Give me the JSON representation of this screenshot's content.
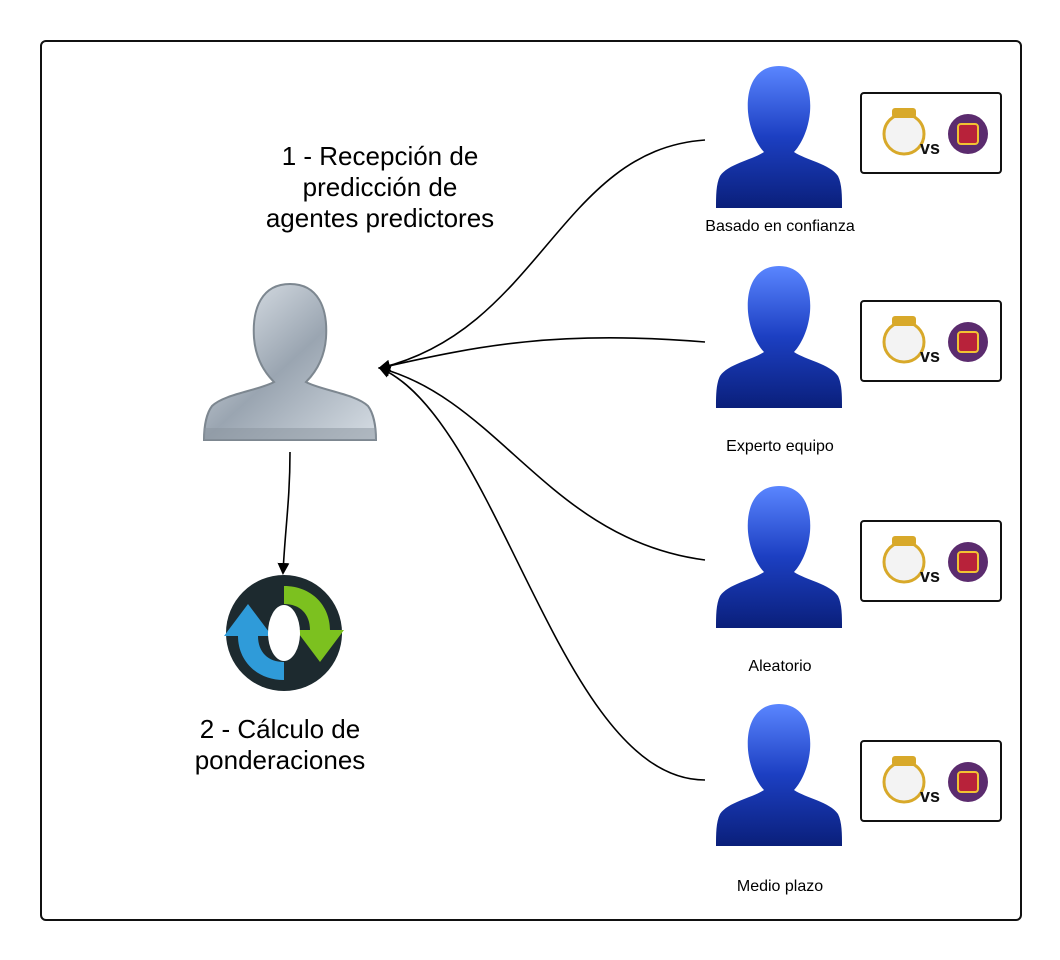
{
  "step1": {
    "lines": [
      "1 - Recepción de",
      "predicción de",
      "agentes predictores"
    ]
  },
  "step2": {
    "lines": [
      "2 - Cálculo de",
      "ponderaciones"
    ]
  },
  "agents": [
    {
      "label": "Basado en confianza"
    },
    {
      "label": "Experto equipo"
    },
    {
      "label": "Aleatorio"
    },
    {
      "label": "Medio plazo"
    }
  ],
  "match": {
    "vs": "vs"
  },
  "colors": {
    "agent_blue": "#1f49c9",
    "coordinator_silver": "#b9c2cc",
    "cycle_green": "#7cc11f",
    "cycle_blue": "#2f9bd9"
  },
  "icons": {
    "coordinator": "silver-user-icon",
    "agent": "blue-user-icon",
    "cycle": "refresh-cycle-icon",
    "team_home": "real-madrid-crest-icon",
    "team_away": "fc-barcelona-crest-icon"
  }
}
